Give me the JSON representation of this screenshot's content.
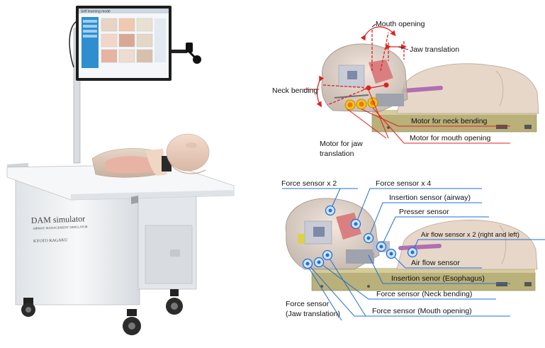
{
  "colors": {
    "motor_lines": "#e02020",
    "sensor_lines": "#1f6fd6",
    "monitor_frame": "#222222",
    "cabinet": "#eef0f2",
    "mannequin_skin": "#e9cfc0",
    "rail": "#b9b07a"
  },
  "simulator": {
    "brand_title": "DAM simulator",
    "brand_subtitle": "AIRWAY MANAGEMENT SIMULATOR",
    "brand_maker": "KYOTO KAGAKU",
    "screen_header": "Self learning mode"
  },
  "top_diagram": {
    "motions": {
      "mouth_opening": "Mouth opening",
      "jaw_translation": "Jaw translation",
      "neck_bending": "Neck bending"
    },
    "motors": {
      "jaw_translation_line1": "Motor for jaw",
      "jaw_translation_line2": "translation",
      "neck_bending": "Motor for neck bending",
      "mouth_opening": "Motor for mouth opening"
    }
  },
  "bottom_diagram": {
    "sensors": {
      "force_x2": "Force sensor x 2",
      "force_x4": "Force sensor x 4",
      "insertion_airway": "Insertion sensor (airway)",
      "presser": "Presser sensor",
      "air_flow_x2": "Air flow sensor x 2 (right and left)",
      "air_flow": "Air flow sensor",
      "insertion_esophagus": "Insertion senor (Esophagus)",
      "force_neck_bending": "Force sensor (Neck bending)",
      "force_mouth_opening": "Force sensor (Mouth opening)",
      "force_jaw_line1": "Force sensor",
      "force_jaw_line2": "(Jaw translation)"
    }
  }
}
